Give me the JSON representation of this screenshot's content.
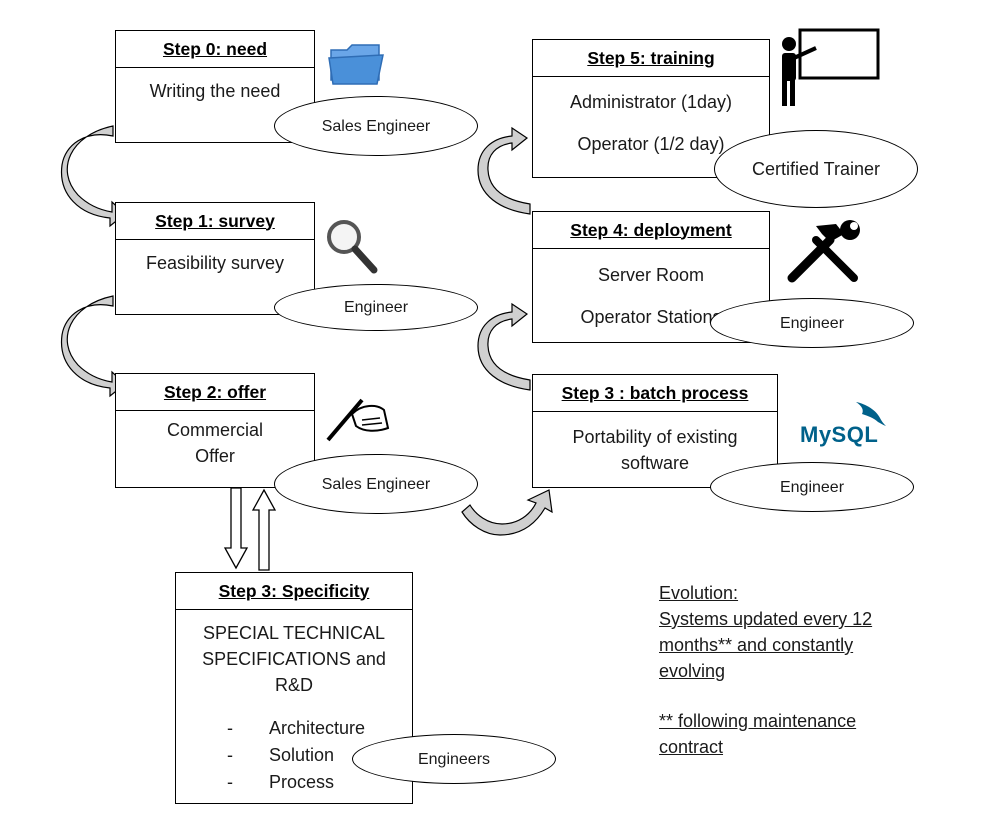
{
  "steps": {
    "step0": {
      "title": "Step 0: need",
      "lines": [
        "Writing the need"
      ],
      "role": "Sales Engineer"
    },
    "step1": {
      "title": "Step 1: survey",
      "lines": [
        "Feasibility survey"
      ],
      "role": "Engineer"
    },
    "step2": {
      "title": "Step 2: offer",
      "lines": [
        "Commercial",
        "Offer"
      ],
      "role": "Sales Engineer"
    },
    "step3_spec": {
      "title": "Step 3: Specificity",
      "lines": [
        "SPECIAL TECHNICAL",
        "SPECIFICATIONS and",
        "R&D"
      ],
      "bullets": [
        {
          "dash": "-",
          "text": "Architecture"
        },
        {
          "dash": "-",
          "text": "Solution"
        },
        {
          "dash": "-",
          "text": "Process"
        }
      ],
      "role": "Engineers"
    },
    "step3_batch": {
      "title": "Step 3 : batch process",
      "lines": [
        "Portability of existing",
        "software"
      ],
      "role": "Engineer"
    },
    "step4": {
      "title": "Step 4: deployment",
      "lines": [
        "Server Room",
        "Operator Stations"
      ],
      "role": "Engineer"
    },
    "step5": {
      "title": "Step 5: training",
      "lines": [
        "Administrator (1day)",
        "Operator (1/2 day)"
      ],
      "role": "Certified Trainer"
    }
  },
  "icons": {
    "step0": "folder-icon",
    "step1": "magnifier-icon",
    "step2": "pen-hand-icon",
    "step3_batch": "mysql-logo",
    "step4": "tools-icon",
    "step5": "presenter-icon"
  },
  "mysql_logo_text": "MySQL",
  "note": {
    "title": "Evolution:",
    "lines": [
      "Systems updated every 12",
      "months** and constantly",
      "evolving"
    ],
    "footnote": [
      "** following maintenance",
      "contract"
    ]
  },
  "colors": {
    "arrow_fill": "#cfcfcf",
    "line": "#000000",
    "folder": "#4a90d9",
    "mysql_blue": "#00618a",
    "mysql_orange": "#e48e00"
  }
}
